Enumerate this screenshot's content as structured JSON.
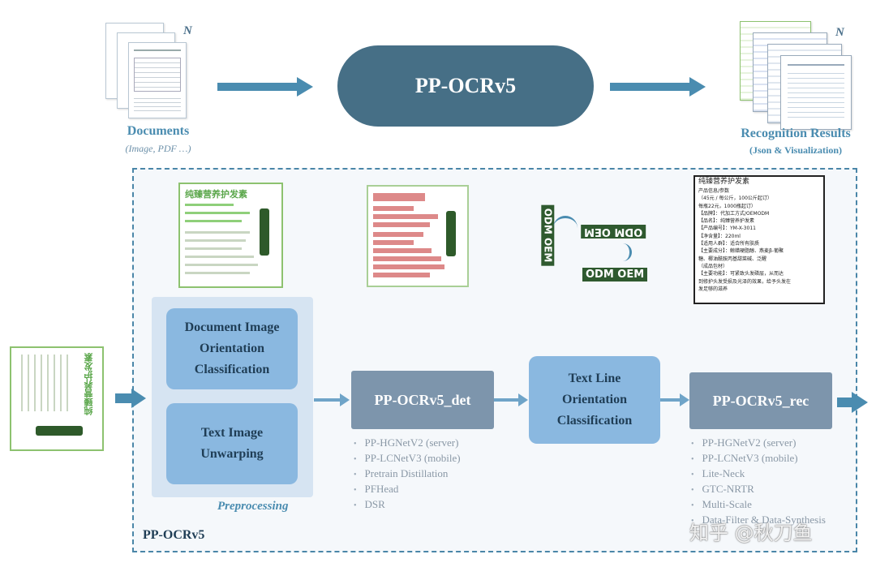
{
  "top": {
    "docs_label": "Documents",
    "docs_sub": "(Image, PDF …)",
    "n_left": "N",
    "center_pill": "PP-OCRv5",
    "results_label": "Recognition Results",
    "results_sub": "(Json & Visualization)",
    "n_right": "N"
  },
  "frame": {
    "label": "PP-OCRv5"
  },
  "preprocessing": {
    "label": "Preprocessing",
    "box1": "Document Image Orientation Classification",
    "box2": "Text Image Unwarping"
  },
  "det": {
    "title": "PP-OCRv5_det",
    "items": [
      "PP-HGNetV2 (server)",
      "PP-LCNetV3 (mobile)",
      "Pretrain Distillation",
      "PFHead",
      "DSR"
    ]
  },
  "tloc": {
    "title": "Text Line Orientation Classification"
  },
  "rec": {
    "title": "PP-OCRv5_rec",
    "items": [
      "PP-HGNetV2 (server)",
      "PP-LCNetV3 (mobile)",
      "Lite-Neck",
      "GTC-NRTR",
      "Multi-Scale",
      "Data-Filter & Data-Synthesis"
    ]
  },
  "samples": {
    "product_title": "纯臻营养护发素",
    "odm_text": "ODM OEM",
    "result_lines": [
      "纯臻营养护发素",
      "产品信息/参数",
      "（45元 / 每公斤，100公斤起订）",
      "每瓶22元，1000瓶起订）",
      "【品牌】：代加工方式/OEMODM",
      "【品名】：纯臻营养护发素",
      "【产品编号】：YM-X-3011",
      "【净含量】：220ml",
      "【适用人群】：适合所有肤质",
      "【主要成分】：鲸蜡硬脂醇、燕麦β-葡聚",
      "糖、椰油酰胺丙基甜菜碱、泛醒",
      "（成品包材）",
      "【主要功能】：可紧致头发磷层，从而达",
      "到修护头发受损及光泽的效果，给予头发在",
      "发足够的滋养"
    ]
  },
  "watermark": "知乎 @秋刀鱼"
}
